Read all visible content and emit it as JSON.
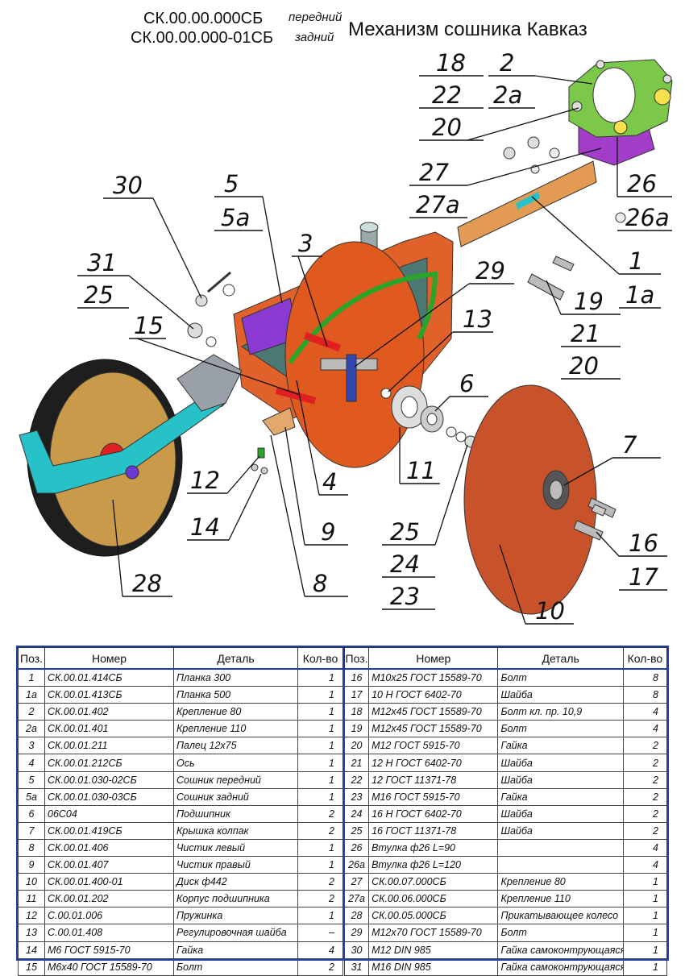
{
  "header": {
    "code_front": "СК.00.00.000СБ",
    "code_rear": "СК.00.00.000-01СБ",
    "note_front": "передний",
    "note_rear": "задний",
    "title": "Механизм сошника Кавказ"
  },
  "callouts": {
    "c1": [
      "18",
      "22",
      "20"
    ],
    "c2": [
      "2",
      "2а"
    ],
    "c3": [
      "27",
      "27а"
    ],
    "c4": [
      "26",
      "26а"
    ],
    "c5": [
      "30"
    ],
    "c6": [
      "5",
      "5а"
    ],
    "c7": [
      "3"
    ],
    "c8": [
      "31",
      "25"
    ],
    "c9": [
      "29"
    ],
    "c10": [
      "1",
      "1а"
    ],
    "c11": [
      "15"
    ],
    "c12": [
      "13"
    ],
    "c13": [
      "19",
      "21",
      "20"
    ],
    "c14": [
      "6"
    ],
    "c15": [
      "11"
    ],
    "c16": [
      "7"
    ],
    "c17": [
      "12"
    ],
    "c18": [
      "4"
    ],
    "c19": [
      "14"
    ],
    "c20": [
      "9"
    ],
    "c21": [
      "25",
      "24",
      "23"
    ],
    "c22": [
      "16",
      "17"
    ],
    "c23": [
      "28"
    ],
    "c24": [
      "8"
    ],
    "c25": [
      "10"
    ]
  },
  "colors": {
    "frame": "#1f3fa8",
    "housing": "#e0622a",
    "disc": "#c8532a",
    "bracket": "#7cc84a",
    "strip": "#e39a52",
    "clamp": "#3c7b7d",
    "wheel_arm": "#27c2c7",
    "bolt_red": "#e02020"
  },
  "table": {
    "headers": [
      "Поз.",
      "Номер",
      "Деталь",
      "Кол-во"
    ],
    "left_rows": [
      [
        "1",
        "СК.00.01.414СБ",
        "Планка 300",
        "1"
      ],
      [
        "1а",
        "СК.00.01.413СБ",
        "Планка 500",
        "1"
      ],
      [
        "2",
        "СК.00.01.402",
        "Крепление 80",
        "1"
      ],
      [
        "2а",
        "СК.00.01.401",
        "Крепление 110",
        "1"
      ],
      [
        "3",
        "СК.00.01.211",
        "Палец 12х75",
        "1"
      ],
      [
        "4",
        "СК.00.01.212СБ",
        "Ось",
        "1"
      ],
      [
        "5",
        "СК.00.01.030-02СБ",
        "Сошник передний",
        "1"
      ],
      [
        "5а",
        "СК.00.01.030-03СБ",
        "Сошник задний",
        "1"
      ],
      [
        "6",
        "06С04",
        "Подшипник",
        "2"
      ],
      [
        "7",
        "СК.00.01.419СБ",
        "Крышка колпак",
        "2"
      ],
      [
        "8",
        "СК.00.01.406",
        "Чистик левый",
        "1"
      ],
      [
        "9",
        "СК.00.01.407",
        "Чистик правый",
        "1"
      ],
      [
        "10",
        "СК.00.01.400-01",
        "Диск ф442",
        "2"
      ],
      [
        "11",
        "СК.00.01.202",
        "Корпус подшипника",
        "2"
      ],
      [
        "12",
        "С.00.01.006",
        "Пружинка",
        "1"
      ],
      [
        "13",
        "С.00.01.408",
        "Регулировочная шайба",
        "–"
      ],
      [
        "14",
        "М6 ГОСТ 5915-70",
        "Гайка",
        "4"
      ],
      [
        "15",
        "М6х40 ГОСТ 15589-70",
        "Болт",
        "2"
      ]
    ],
    "right_rows": [
      [
        "16",
        "М10х25 ГОСТ 15589-70",
        "Болт",
        "8"
      ],
      [
        "17",
        "10 Н ГОСТ 6402-70",
        "Шайба",
        "8"
      ],
      [
        "18",
        "М12х45 ГОСТ 15589-70",
        "Болт кл. пр. 10,9",
        "4"
      ],
      [
        "19",
        "М12х45 ГОСТ 15589-70",
        "Болт",
        "4"
      ],
      [
        "20",
        "М12 ГОСТ 5915-70",
        "Гайка",
        "2"
      ],
      [
        "21",
        "12 Н ГОСТ 6402-70",
        "Шайба",
        "2"
      ],
      [
        "22",
        "12 ГОСТ 11371-78",
        "Шайба",
        "2"
      ],
      [
        "23",
        "М16 ГОСТ 5915-70",
        "Гайка",
        "2"
      ],
      [
        "24",
        "16 Н ГОСТ 6402-70",
        "Шайба",
        "2"
      ],
      [
        "25",
        "16 ГОСТ 11371-78",
        "Шайба",
        "2"
      ],
      [
        "26",
        "Втулка ф26 L=90",
        "",
        "4"
      ],
      [
        "26а",
        "Втулка ф26 L=120",
        "",
        "4"
      ],
      [
        "27",
        "СК.00.07.000СБ",
        "Крепление 80",
        "1"
      ],
      [
        "27а",
        "СК.00.06.000СБ",
        "Крепление 110",
        "1"
      ],
      [
        "28",
        "СК.00.05.000СБ",
        "Прикатывающее колесо",
        "1"
      ],
      [
        "29",
        "М12х70 ГОСТ 15589-70",
        "Болт",
        "1"
      ],
      [
        "30",
        "М12 DIN 985",
        "Гайка самоконтрующаяся",
        "1"
      ],
      [
        "31",
        "М16 DIN 985",
        "Гайка самоконтрующаяся",
        "1"
      ]
    ]
  }
}
